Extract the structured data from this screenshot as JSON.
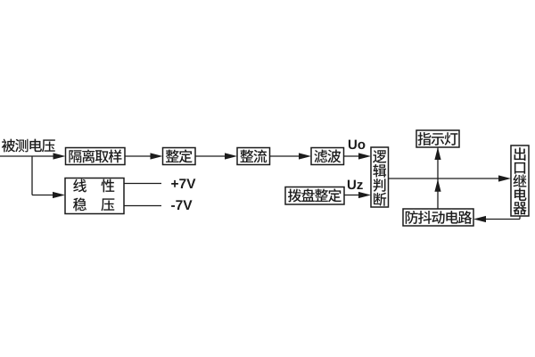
{
  "diagram": {
    "background_color": "#ffffff",
    "ink_color": "#1c1c1c",
    "input_label": "被测电压",
    "blocks": {
      "isolation_sampling": "隔离取样",
      "setting": "整定",
      "rectifier": "整流",
      "filter": "滤波",
      "dial_setting": "拨盘整定",
      "logic_judgment": "逻辑判断",
      "indicator_lamp": "指示灯",
      "anti_jitter_circuit": "防抖动电路",
      "output_relay": "出口继电器",
      "linear_regulator": "线性稳压",
      "linear_regulator_line1": "线　性",
      "linear_regulator_line2": "稳　压"
    },
    "signals": {
      "uo": "Uo",
      "uz": "Uz",
      "plus_7v": "+7V",
      "minus_7v": "-7V"
    },
    "edges": [
      {
        "from": "被测电压",
        "to": "隔离取样"
      },
      {
        "from": "被测电压",
        "to": "线性稳压"
      },
      {
        "from": "隔离取样",
        "to": "整定"
      },
      {
        "from": "整定",
        "to": "整流"
      },
      {
        "from": "整流",
        "to": "滤波"
      },
      {
        "from": "滤波",
        "to": "逻辑判断",
        "label": "Uo"
      },
      {
        "from": "拨盘整定",
        "to": "逻辑判断",
        "label": "Uz"
      },
      {
        "from": "逻辑判断",
        "to": "出口继电器"
      },
      {
        "from": "防抖动电路",
        "to": "指示灯"
      },
      {
        "from": "出口继电器",
        "to": "防抖动电路"
      },
      {
        "from": "线性稳压",
        "to": "+7V"
      },
      {
        "from": "线性稳压",
        "to": "-7V"
      }
    ]
  }
}
